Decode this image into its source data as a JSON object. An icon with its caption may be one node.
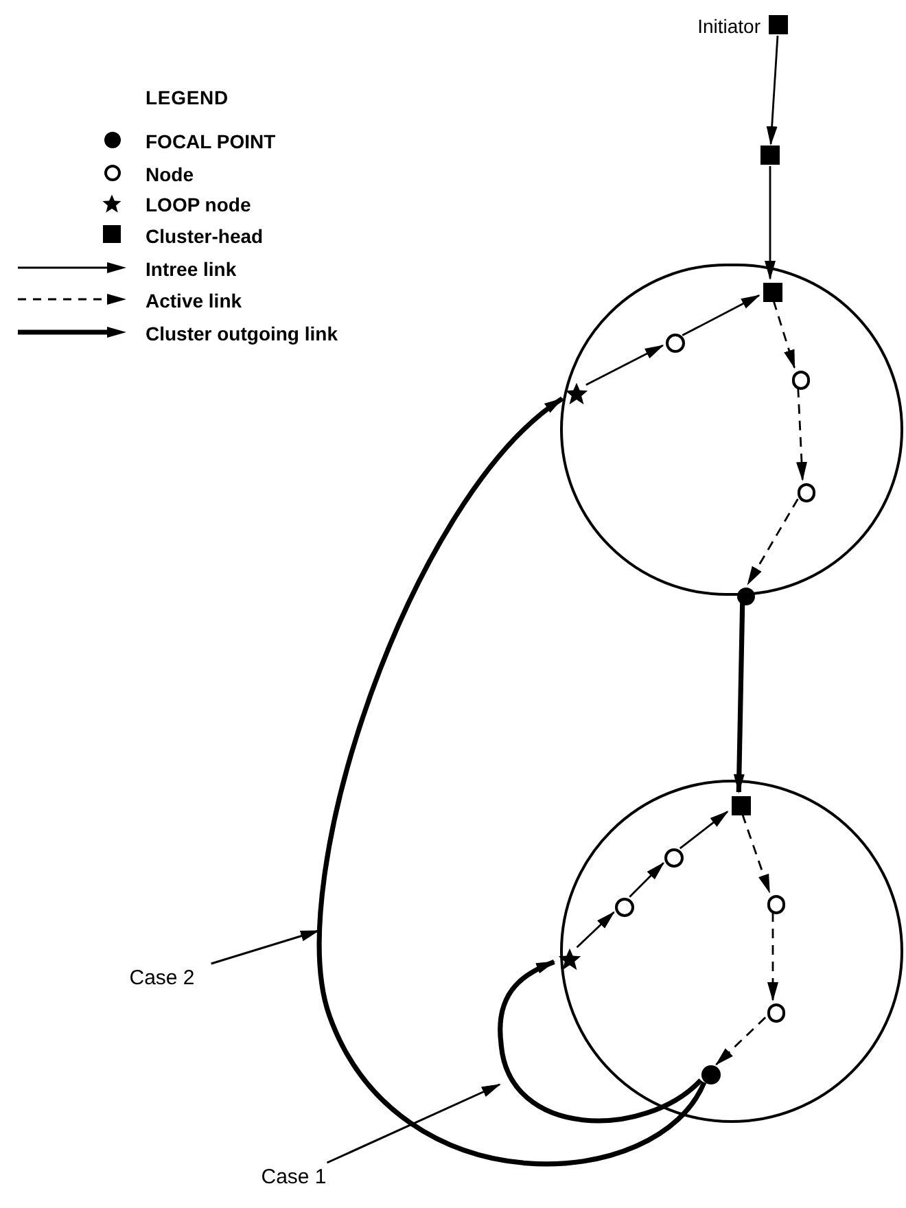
{
  "diagram": {
    "nodes": [
      {
        "text": [],
        "shape": "box",
        "beside": [
          "Initiator"
        ]
      },
      {
        "text": [],
        "shape": "box"
      },
      {
        "text": [],
        "shape": "circle"
      },
      {
        "text": [],
        "shape": "box",
        "in": 2
      },
      {
        "text": [],
        "shape": "star",
        "in": 2
      },
      {
        "text": [],
        "shape": "circle",
        "in": 2
      },
      {
        "text": [],
        "shape": "circle",
        "in": 2
      },
      {
        "text": [],
        "shape": "circle",
        "in": 2
      },
      {
        "text": [],
        "shape": "dot",
        "in": 2
      },
      {
        "text": [],
        "shape": "circle"
      },
      {
        "text": [],
        "shape": "box",
        "in": 9
      },
      {
        "text": [],
        "shape": "star",
        "in": 9
      },
      {
        "text": [],
        "shape": "circle",
        "in": 9
      },
      {
        "text": [],
        "shape": "circle",
        "in": 9
      },
      {
        "text": [],
        "shape": "circle",
        "in": 9
      },
      {
        "text": [],
        "shape": "circle",
        "in": 9
      },
      {
        "text": [],
        "shape": "dot",
        "in": 9
      },
      {
        "text": [
          "Case 2"
        ]
      },
      {
        "text": [
          "Case 1"
        ]
      }
    ],
    "edges": [
      {
        "from": 0,
        "to": 1,
        "arrow": "to"
      },
      {
        "from": 1,
        "to": 3,
        "arrow": "to"
      },
      {
        "from": 4,
        "to": 5,
        "arrow": "to"
      },
      {
        "from": 5,
        "to": 3,
        "arrow": "to"
      },
      {
        "from": 3,
        "to": 6,
        "arrow": "to",
        "style": "dashed"
      },
      {
        "from": 6,
        "to": 7,
        "arrow": "to",
        "style": "dashed"
      },
      {
        "from": 7,
        "to": 8,
        "arrow": "to",
        "style": "dashed"
      },
      {
        "from": 8,
        "to": 10,
        "arrow": "to",
        "style": "thick"
      },
      {
        "from": 11,
        "to": 12,
        "arrow": "to"
      },
      {
        "from": 12,
        "to": 13,
        "arrow": "to"
      },
      {
        "from": 13,
        "to": 10,
        "arrow": "to"
      },
      {
        "from": 10,
        "to": 14,
        "arrow": "to",
        "style": "dashed"
      },
      {
        "from": 14,
        "to": 15,
        "arrow": "to",
        "style": "dashed"
      },
      {
        "from": 15,
        "to": 16,
        "arrow": "to",
        "style": "dashed"
      },
      {
        "from": 16,
        "to": 11,
        "arrow": "to",
        "style": "thick"
      },
      {
        "from": 16,
        "to": 4,
        "arrow": "to",
        "style": "thick"
      },
      {
        "from": 17,
        "to": null,
        "arrow": "to"
      },
      {
        "from": 18,
        "to": null,
        "arrow": "to"
      }
    ],
    "labels": [
      "LEGEND"
    ],
    "legend": [
      {
        "text": "FOCAL POINT"
      },
      {
        "text": "Node"
      },
      {
        "text": "LOOP node"
      },
      {
        "text": "Cluster-head"
      },
      {
        "text": "Intree link"
      },
      {
        "text": "Active link"
      },
      {
        "text": "Cluster outgoing link"
      }
    ]
  }
}
